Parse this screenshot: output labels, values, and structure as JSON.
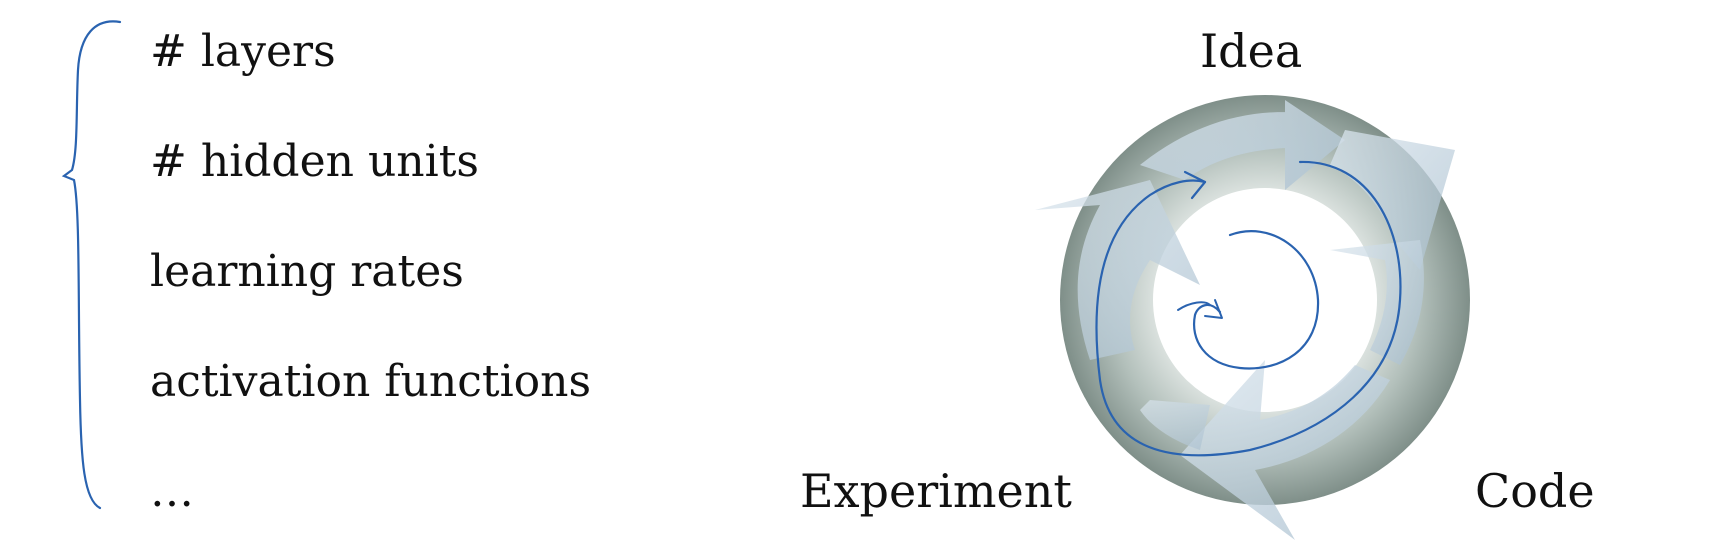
{
  "list": {
    "items": [
      "# layers",
      "# hidden units",
      "learning rates",
      "activation functions",
      "…"
    ]
  },
  "cycle": {
    "labels": {
      "top": "Idea",
      "bottom_left": "Experiment",
      "bottom_right": "Code"
    },
    "ring_colors": {
      "outer": "#8a9a94",
      "inner": "#c6d0cc",
      "arrow": "#c2d3df"
    }
  },
  "annotation": {
    "ink_color": "#2a63b0"
  }
}
